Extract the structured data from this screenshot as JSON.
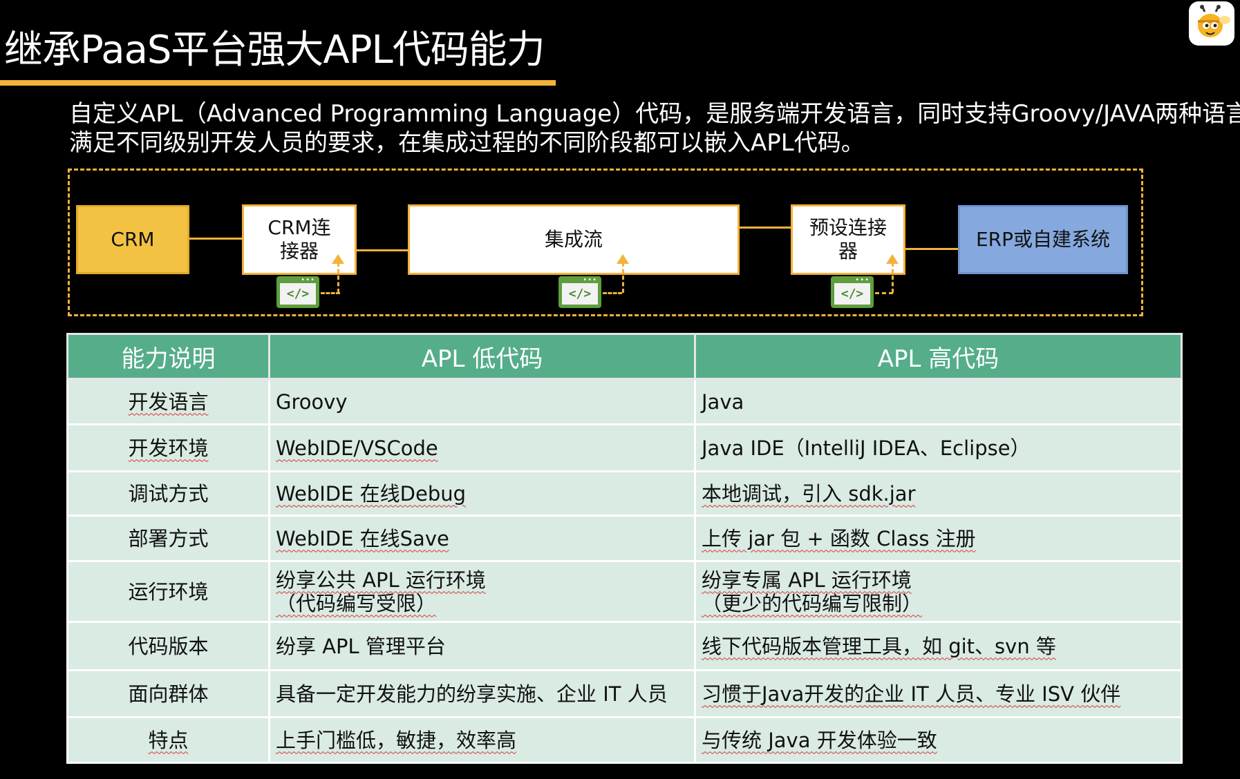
{
  "title": "继承PaaS平台强大APL代码能力",
  "intro": {
    "line1": "自定义APL（Advanced Programming Language）代码，是服务端开发语言，同时支持Groovy/JAVA两种语言，",
    "line2": "满足不同级别开发人员的要求，在集成过程的不同阶段都可以嵌入APL代码。"
  },
  "flow": {
    "crm": "CRM",
    "crm_connector": [
      "CRM连",
      "接器"
    ],
    "integration_flow": "集成流",
    "preset_connector": [
      "预设连接",
      "器"
    ],
    "erp": "ERP或自建系统",
    "code_icon_text": "</>"
  },
  "table": {
    "headers": [
      "能力说明",
      "APL 低代码",
      "APL 高代码"
    ],
    "rows": [
      {
        "label": "开发语言",
        "low": [
          "Groovy"
        ],
        "high": [
          "Java"
        ]
      },
      {
        "label": "开发环境",
        "low": [
          "WebIDE/VSCode"
        ],
        "high": [
          "Java IDE（IntelliJ IDEA、Eclipse）"
        ]
      },
      {
        "label": "调试方式",
        "low": [
          "WebIDE 在线Debug"
        ],
        "high": [
          "本地调试，引入 sdk.jar"
        ]
      },
      {
        "label": "部署方式",
        "low": [
          "WebIDE 在线Save"
        ],
        "high": [
          "上传 jar 包 + 函数 Class 注册"
        ]
      },
      {
        "label": "运行环境",
        "low": [
          "纷享公共 APL 运行环境",
          "（代码编写受限）"
        ],
        "high": [
          "纷享专属 APL 运行环境",
          "（更少的代码编写限制）"
        ]
      },
      {
        "label": "代码版本",
        "low": [
          "纷享 APL 管理平台"
        ],
        "high": [
          "线下代码版本管理工具，如 git、svn 等"
        ]
      },
      {
        "label": "面向群体",
        "low": [
          "具备一定开发能力的纷享实施、企业 IT 人员"
        ],
        "high": [
          "习惯于Java开发的企业 IT 人员、专业 ISV 伙伴"
        ]
      },
      {
        "label": "特点",
        "low": [
          "上手门槛低，敏捷，效率高"
        ],
        "high": [
          "与传统 Java 开发体验一致"
        ]
      }
    ]
  }
}
